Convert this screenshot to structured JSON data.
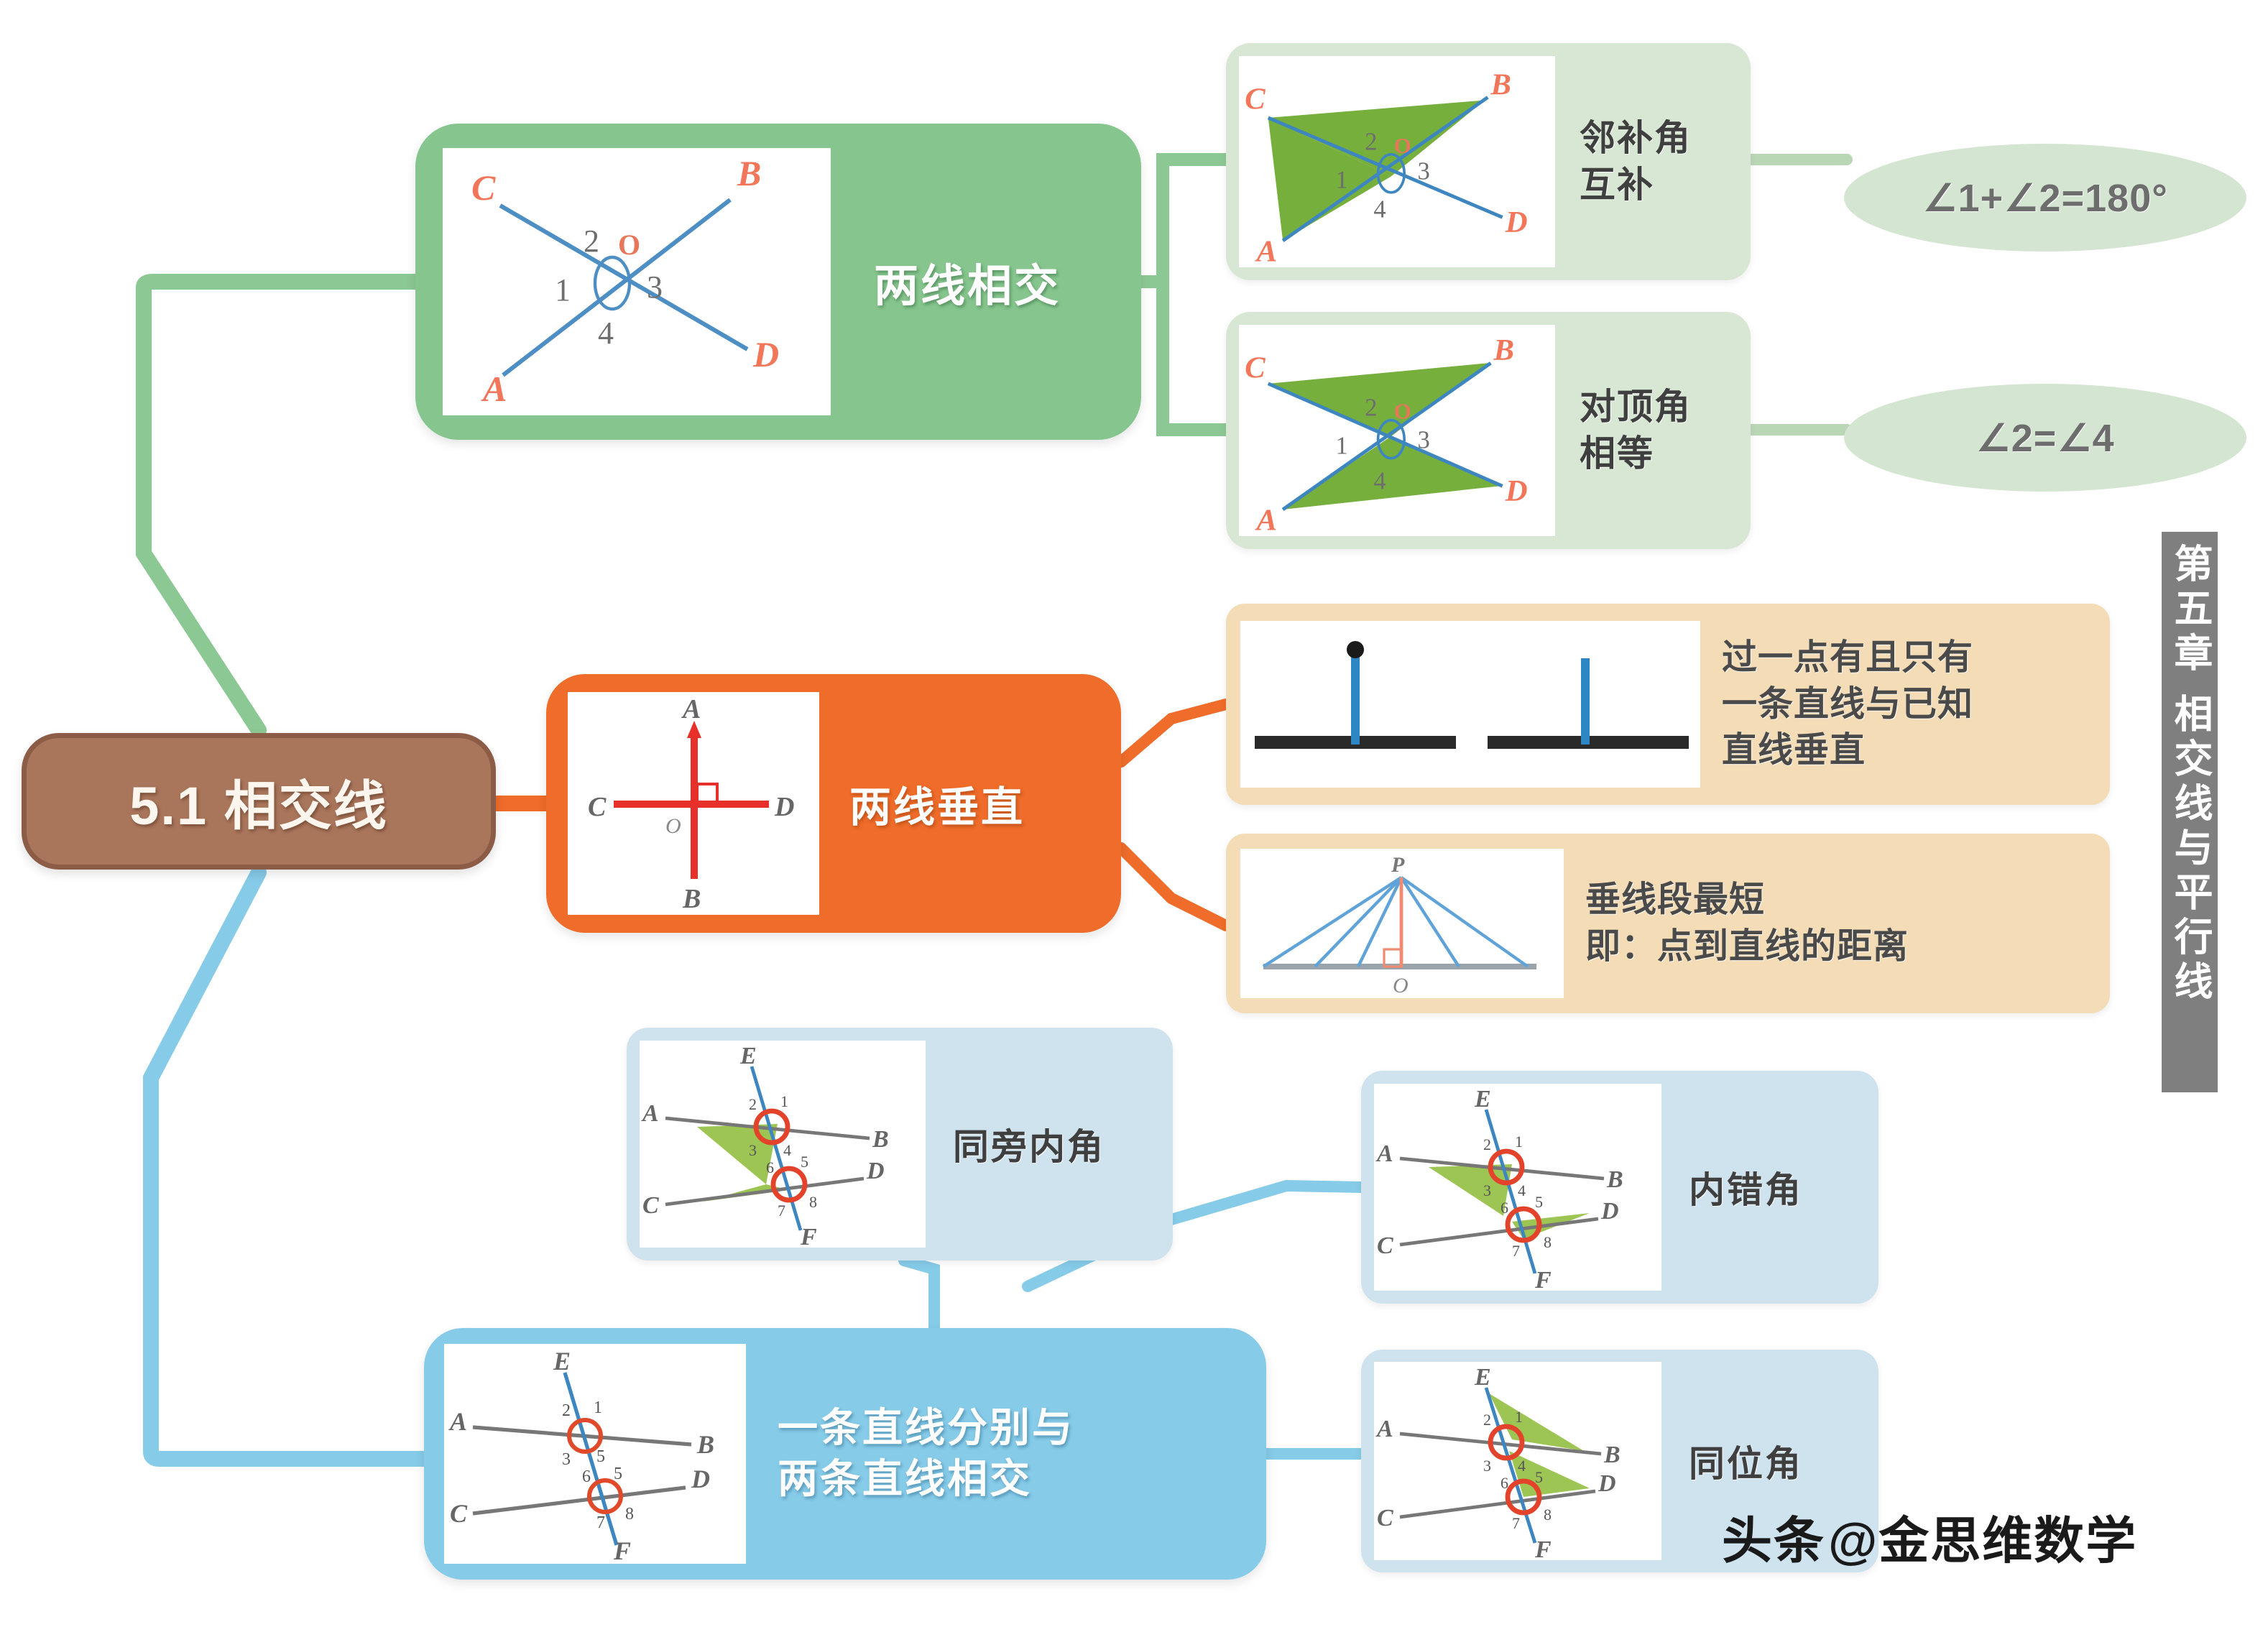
{
  "root": {
    "label": "5.1 相交线",
    "color": "#a9765c"
  },
  "sidebar": {
    "chapter_label": "第五章 相交线与平行线",
    "color": "#7f7f7f"
  },
  "watermark": {
    "prefix": "头条",
    "handle": "@金思维数学"
  },
  "branches": [
    {
      "id": "two-lines-intersect",
      "label": "两线相交",
      "color": "#86c68e",
      "diagram": {
        "type": "two-lines-crossing",
        "points": [
          "A",
          "B",
          "C",
          "D",
          "O"
        ],
        "angles": [
          "1",
          "2",
          "3",
          "4"
        ]
      }
    },
    {
      "id": "two-lines-perp",
      "label": "两线垂直",
      "color": "#ef6c2a",
      "diagram": {
        "type": "perpendicular-cross",
        "points": [
          "A",
          "B",
          "C",
          "D",
          "O"
        ],
        "right_angle": true
      }
    },
    {
      "id": "one-line-two-lines",
      "label": "一条直线分别与\n两条直线相交",
      "label_line1": "一条直线分别与",
      "label_line2": "两条直线相交",
      "color": "#86cbe8",
      "diagram": {
        "type": "transversal",
        "points": [
          "A",
          "B",
          "C",
          "D",
          "E",
          "F"
        ],
        "angles": [
          "1",
          "2",
          "3",
          "4",
          "5",
          "6",
          "7",
          "8"
        ]
      }
    }
  ],
  "leaves": {
    "adjacent_supplementary": {
      "label_line1": "邻补角",
      "label_line2": "互补",
      "color": "#d7e7d3",
      "formula": "∠1+∠2=180°",
      "formula_color": "#d4e6d1",
      "diagram": {
        "type": "two-lines-crossing-shaded",
        "points": [
          "A",
          "B",
          "C",
          "D",
          "O"
        ],
        "angles": [
          "1",
          "2",
          "3",
          "4"
        ],
        "shade": "adjacent"
      }
    },
    "vertical_equal": {
      "label_line1": "对顶角",
      "label_line2": "相等",
      "color": "#d7e7d3",
      "formula": "∠2=∠4",
      "formula_color": "#d4e6d1",
      "diagram": {
        "type": "two-lines-crossing-shaded",
        "points": [
          "A",
          "B",
          "C",
          "D",
          "O"
        ],
        "angles": [
          "1",
          "2",
          "3",
          "4"
        ],
        "shade": "vertical"
      }
    },
    "unique_perpendicular": {
      "label_line1": "过一点有且只有",
      "label_line2": "一条直线与已知",
      "label_line3": "直线垂直",
      "color": "#f3dcb6",
      "diagram": {
        "type": "point-and-line-perp",
        "panels": 2
      }
    },
    "shortest_segment": {
      "label_line1": "垂线段最短",
      "label_line2": "即：点到直线的距离",
      "color": "#f3dcb6",
      "diagram": {
        "type": "fan-from-point",
        "points": [
          "P",
          "O"
        ],
        "right_angle": true
      }
    },
    "same_side_interior": {
      "label": "同旁内角",
      "color": "#cfe3ee",
      "diagram": {
        "type": "transversal-highlight",
        "points": [
          "A",
          "B",
          "C",
          "D",
          "E",
          "F"
        ],
        "angles": [
          "1",
          "2",
          "3",
          "4",
          "5",
          "6",
          "7",
          "8"
        ],
        "highlight": [
          "4",
          "5"
        ]
      }
    },
    "alternate_interior": {
      "label": "内错角",
      "color": "#cfe3ee",
      "diagram": {
        "type": "transversal-highlight",
        "points": [
          "A",
          "B",
          "C",
          "D",
          "E",
          "F"
        ],
        "angles": [
          "1",
          "2",
          "3",
          "4",
          "5",
          "6",
          "7",
          "8"
        ],
        "highlight": [
          "3",
          "5"
        ]
      }
    },
    "corresponding": {
      "label": "同位角",
      "color": "#cfe3ee",
      "diagram": {
        "type": "transversal-highlight",
        "points": [
          "A",
          "B",
          "C",
          "D",
          "E",
          "F"
        ],
        "angles": [
          "1",
          "2",
          "3",
          "4",
          "5",
          "6",
          "7",
          "8"
        ],
        "highlight": [
          "1",
          "5"
        ]
      }
    }
  },
  "connector_colors": {
    "green": "#8cc894",
    "orange": "#ef6c2a",
    "blue": "#86cbe8",
    "pale_green": "#b9d6b5"
  }
}
